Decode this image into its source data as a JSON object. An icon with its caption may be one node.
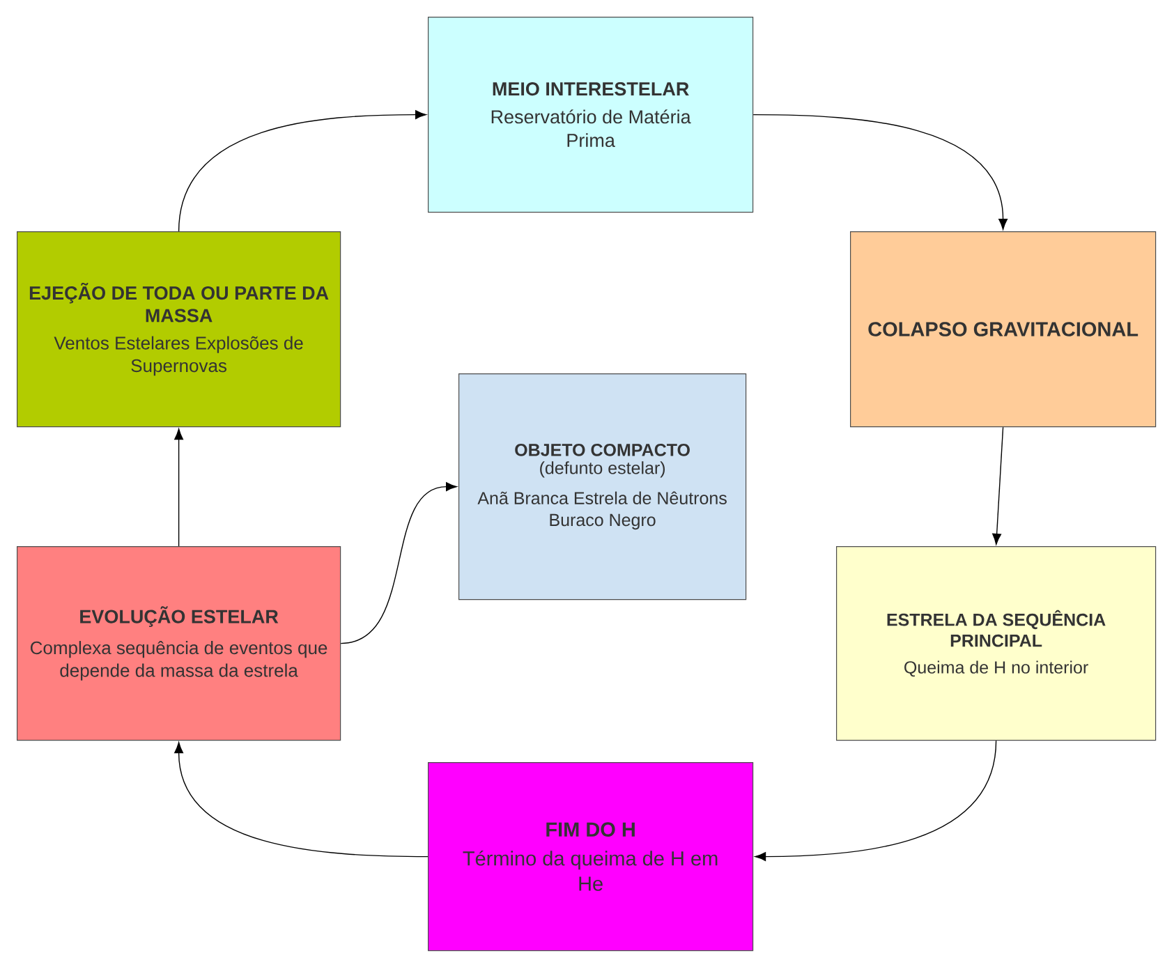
{
  "diagram": {
    "nodes": [
      {
        "text": [
          "MEIO INTERESTELAR",
          "Reservatório de Matéria Prima"
        ]
      },
      {
        "text": [
          "COLAPSO GRAVITACIONAL"
        ]
      },
      {
        "text": [
          "ESTRELA DA SEQUÊNCIA PRINCIPAL",
          "Queima de H no interior"
        ]
      },
      {
        "text": [
          "FIM DO H",
          "Término da queima de H em He"
        ]
      },
      {
        "text": [
          "EVOLUÇÃO ESTELAR",
          "Complexa sequência de eventos que depende da massa da estrela"
        ]
      },
      {
        "text": [
          "EJEÇÃO DE TODA OU PARTE DA MASSA",
          "Ventos Estelares Explosões de Supernovas"
        ]
      },
      {
        "text": [
          "OBJETO COMPACTO",
          "(defunto estelar)",
          "Anã Branca Estrela de Nêutrons Buraco Negro"
        ]
      }
    ],
    "edges": [
      {
        "from": 0,
        "to": 1,
        "arrow": "to"
      },
      {
        "from": 1,
        "to": 2,
        "arrow": "to"
      },
      {
        "from": 2,
        "to": 3,
        "arrow": "to"
      },
      {
        "from": 3,
        "to": 4,
        "arrow": "to"
      },
      {
        "from": 4,
        "to": 5,
        "arrow": "to"
      },
      {
        "from": 5,
        "to": 0,
        "arrow": "to"
      },
      {
        "from": 4,
        "to": 6,
        "arrow": "to"
      }
    ]
  }
}
